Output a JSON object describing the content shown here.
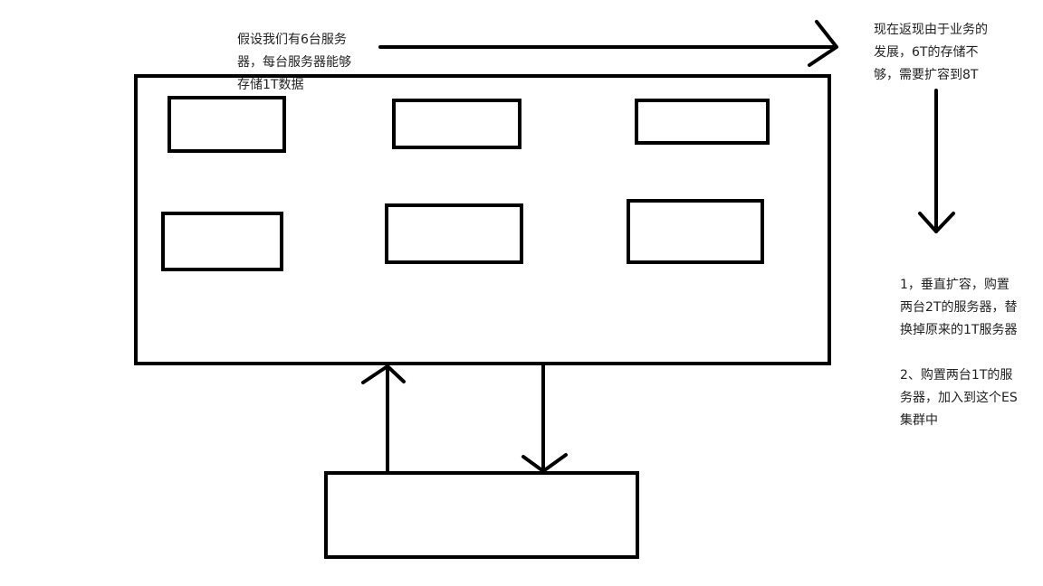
{
  "notes": {
    "intro": [
      "假设我们有6台服务",
      "器，每台服务器能够",
      "存储1T数据"
    ],
    "problem": [
      "现在返现由于业务的",
      "发展，6T的存储不",
      "够，需要扩容到8T"
    ],
    "solution_vertical": [
      "1，垂直扩容，购置",
      "两台2T的服务器，替",
      "换掉原来的1T服务器"
    ],
    "solution_horizontal": [
      "2、购置两台1T的服",
      "务器，加入到这个ES",
      "集群中"
    ]
  },
  "colors": {
    "stroke": "#000000",
    "text": "#222222",
    "background": "#ffffff"
  }
}
